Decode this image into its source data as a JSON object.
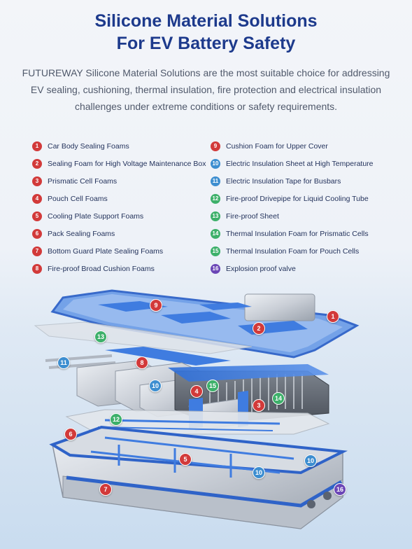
{
  "title_line1": "Silicone Material Solutions",
  "title_line2": "For EV Battery Safety",
  "description": "FUTUREWAY Silicone Material Solutions are the most suitable choice for addressing EV sealing, cushioning, thermal insulation, fire protection and electrical insulation challenges under extreme conditions or safety requirements.",
  "legend_left": [
    {
      "num": "1",
      "label": "Car Body Sealing Foams",
      "color": "red"
    },
    {
      "num": "2",
      "label": "Sealing Foam for High Voltage Maintenance Box",
      "color": "red"
    },
    {
      "num": "3",
      "label": "Prismatic Cell Foams",
      "color": "red"
    },
    {
      "num": "4",
      "label": "Pouch Cell Foams",
      "color": "red"
    },
    {
      "num": "5",
      "label": "Cooling Plate Support Foams",
      "color": "red"
    },
    {
      "num": "6",
      "label": "Pack Sealing Foams",
      "color": "red"
    },
    {
      "num": "7",
      "label": "Bottom Guard Plate Sealing Foams",
      "color": "red"
    },
    {
      "num": "8",
      "label": "Fire-proof Broad Cushion Foams",
      "color": "red"
    }
  ],
  "legend_right": [
    {
      "num": "9",
      "label": "Cushion Foam for Upper Cover",
      "color": "red"
    },
    {
      "num": "10",
      "label": "Electric Insulation Sheet at High Temperature",
      "color": "blue"
    },
    {
      "num": "11",
      "label": "Electric Insulation Tape for Busbars",
      "color": "blue"
    },
    {
      "num": "12",
      "label": "Fire-proof Drivepipe for Liquid Cooling Tube",
      "color": "green"
    },
    {
      "num": "13",
      "label": "Fire-proof Sheet",
      "color": "green"
    },
    {
      "num": "14",
      "label": "Thermal Insulation Foam for Prismatic Cells",
      "color": "green"
    },
    {
      "num": "15",
      "label": "Thermal Insulation Foam for Pouch Cells",
      "color": "green"
    },
    {
      "num": "16",
      "label": "Explosion proof valve",
      "color": "purple"
    }
  ],
  "markers": [
    {
      "num": "9",
      "color": "red"
    },
    {
      "num": "2",
      "color": "red"
    },
    {
      "num": "1",
      "color": "red"
    },
    {
      "num": "13",
      "color": "green"
    },
    {
      "num": "11",
      "color": "blue"
    },
    {
      "num": "8",
      "color": "red"
    },
    {
      "num": "10",
      "color": "blue"
    },
    {
      "num": "4",
      "color": "red"
    },
    {
      "num": "15",
      "color": "green"
    },
    {
      "num": "14",
      "color": "green"
    },
    {
      "num": "3",
      "color": "red"
    },
    {
      "num": "6",
      "color": "red"
    },
    {
      "num": "12",
      "color": "green"
    },
    {
      "num": "5",
      "color": "red"
    },
    {
      "num": "10",
      "color": "blue"
    },
    {
      "num": "10",
      "color": "blue"
    },
    {
      "num": "7",
      "color": "red"
    },
    {
      "num": "16",
      "color": "purple"
    }
  ]
}
